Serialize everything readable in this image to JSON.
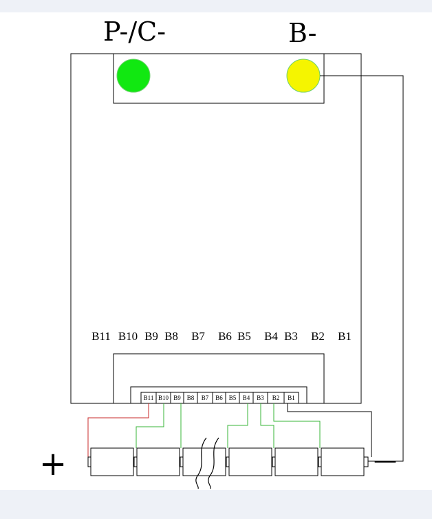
{
  "pad_labels": {
    "left": "P-/C-",
    "right": "B-"
  },
  "colors": {
    "p_pad": "#11e811",
    "b_pad": "#f5f500",
    "pad_stroke": "#6fcf6f",
    "wire_sense": "#37b437",
    "wire_positive": "#c82828",
    "wire_negative": "#000000",
    "band": "#eef1f7"
  },
  "board_labels": [
    "B11",
    "B10",
    "B9",
    "B8",
    "B7",
    "B6",
    "B5",
    "B4",
    "B3",
    "B2",
    "B1"
  ],
  "connector_pins": [
    "B11",
    "B10",
    "B9",
    "B8",
    "B7",
    "B6",
    "B5",
    "B4",
    "B3",
    "B2",
    "B1"
  ],
  "battery": {
    "cell_count_drawn": 6,
    "positive_sign": "+",
    "negative_sign": "—"
  }
}
